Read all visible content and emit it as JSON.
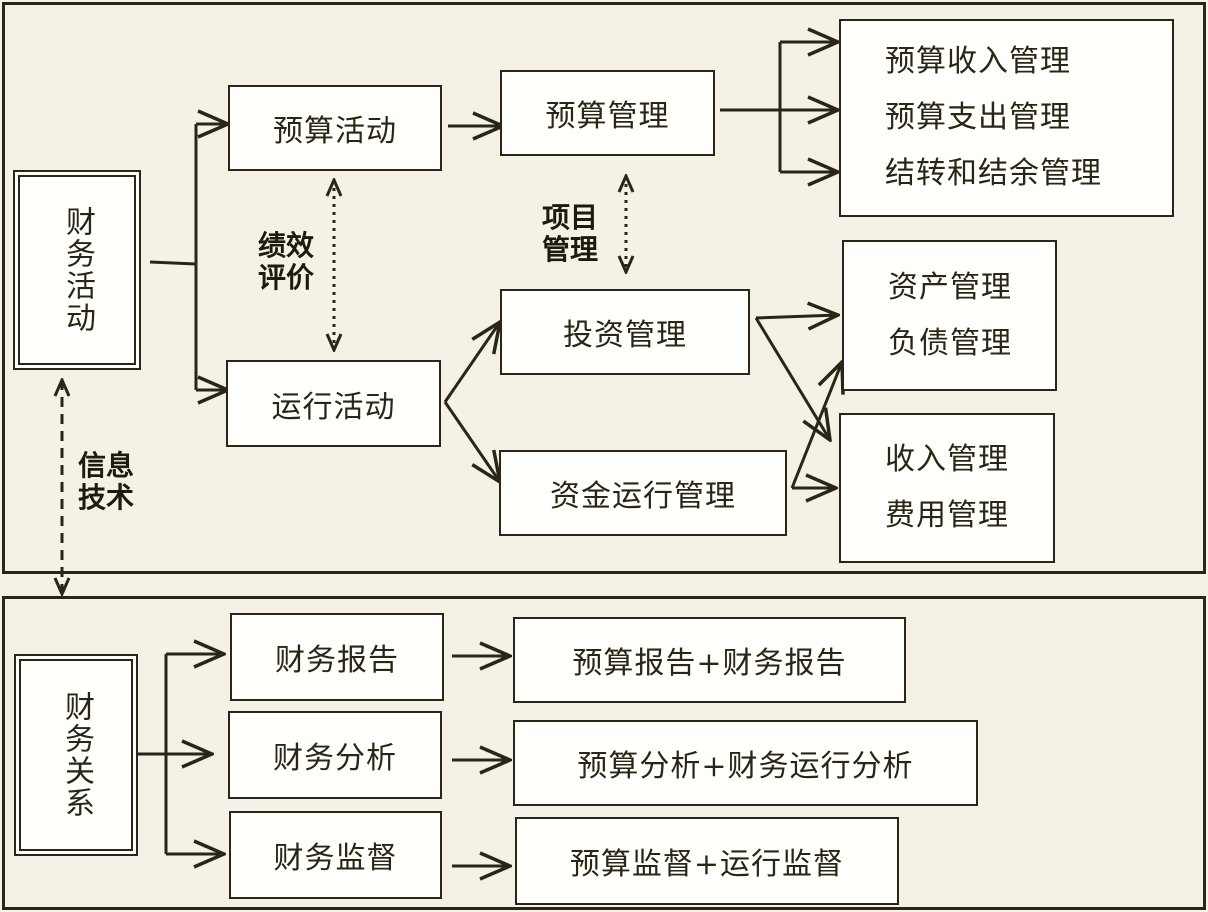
{
  "top": {
    "finance_activity": "财务活动",
    "budget_activity": "预算活动",
    "operation_activity": "运行活动",
    "budget_mgmt": "预算管理",
    "investment_mgmt": "投资管理",
    "fund_operation_mgmt": "资金运行管理",
    "budget_detail": [
      "预算收入管理",
      "预算支出管理",
      "结转和结余管理"
    ],
    "asset_detail": [
      "资产管理",
      "负债管理"
    ],
    "income_detail": [
      "收入管理",
      "费用管理"
    ],
    "performance_label": [
      "绩效",
      "评价"
    ],
    "project_label": [
      "项目",
      "管理"
    ]
  },
  "link": {
    "info_tech_label": [
      "信息",
      "技术"
    ]
  },
  "bottom": {
    "finance_relation": "财务关系",
    "rows": [
      {
        "left": "财务报告",
        "right": "预算报告+财务报告"
      },
      {
        "left": "财务分析",
        "right": "预算分析+财务运行分析"
      },
      {
        "left": "财务监督",
        "right": "预算监督+运行监督"
      }
    ]
  },
  "colors": {
    "ink": "#2a2516",
    "paper": "#f4f1e6",
    "box": "#fffffb"
  }
}
